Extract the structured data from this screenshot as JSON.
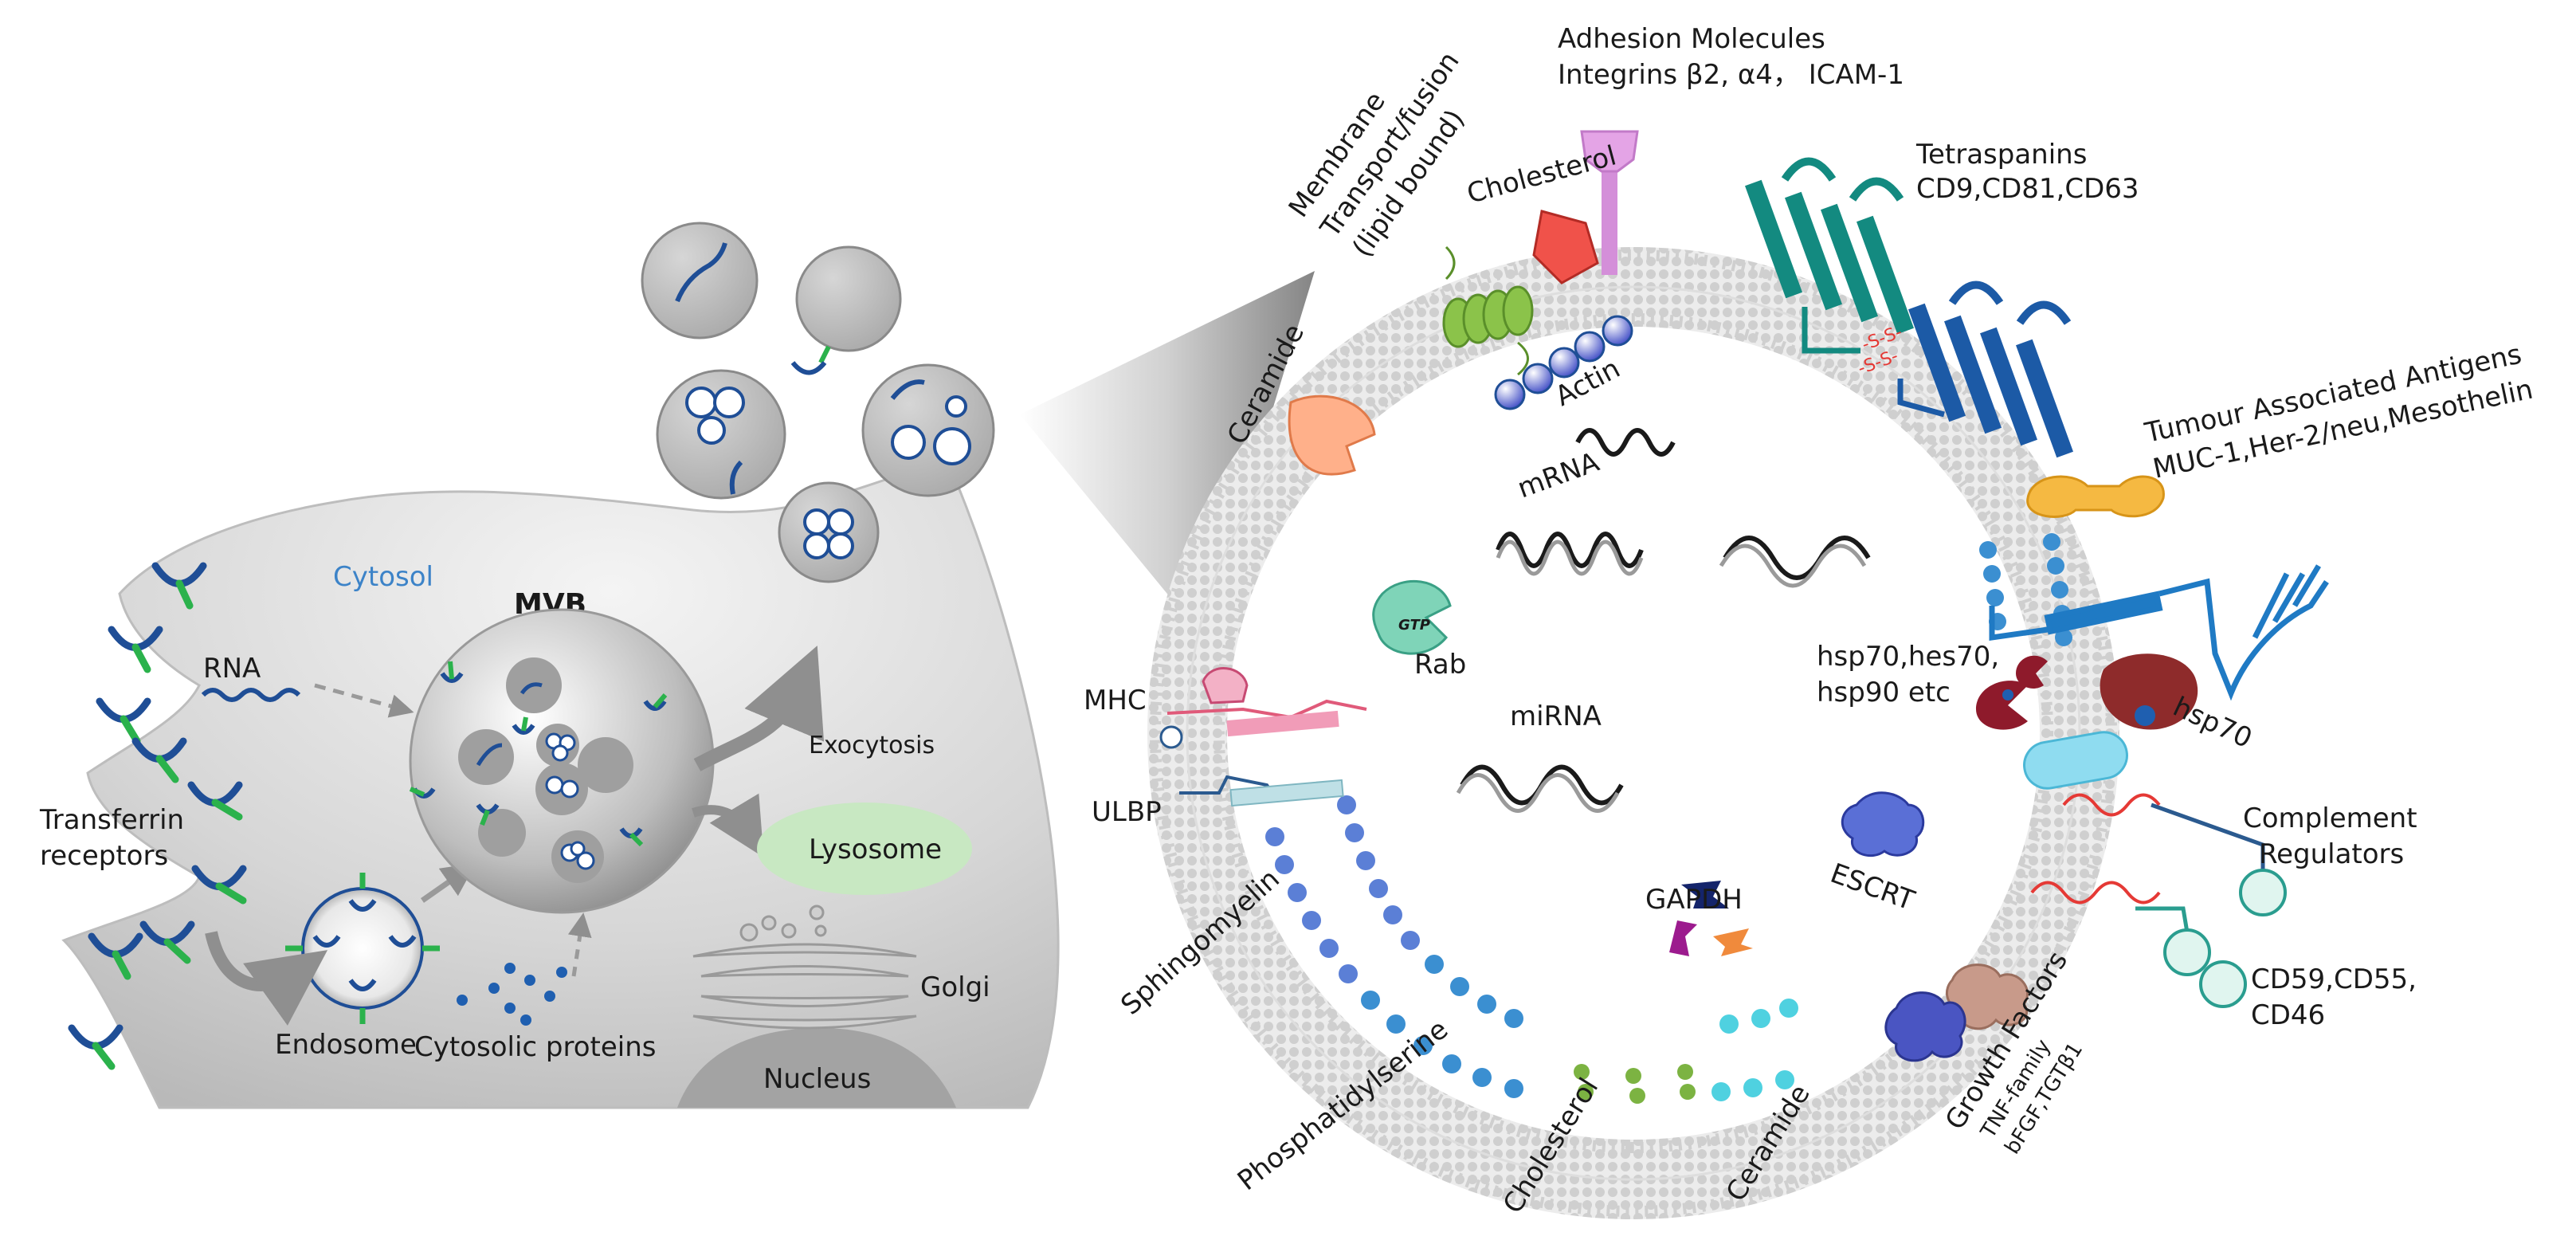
{
  "cell": {
    "cytosol": "Cytosol",
    "mvb": "MVB",
    "rna": "RNA",
    "transferrin_line1": "Transferrin",
    "transferrin_line2": "receptors",
    "exocytosis": "Exocytosis",
    "lysosome": "Lysosome",
    "endosome": "Endosome",
    "cytosolic_proteins": "Cytosolic proteins",
    "golgi": "Golgi",
    "nucleus": "Nucleus"
  },
  "exosome": {
    "adhesion_line1": "Adhesion Molecules",
    "adhesion_line2": "Integrins β2, α4， ICAM-1",
    "tetraspanins_line1": "Tetraspanins",
    "tetraspanins_line2": "CD9,CD81,CD63",
    "tumour_line1": "Tumour Associated Antigens",
    "tumour_line2": "MUC-1,Her-2/neu,Mesothelin",
    "membrane_line1": "Membrane",
    "membrane_line2": "Transport/fusion",
    "membrane_line3": "(lipid bound)",
    "cholesterol_top": "Cholesterol",
    "ceramide_left": "Ceramide",
    "actin": "Actin",
    "mrna": "mRNA",
    "gtp": "GTP",
    "rab": "Rab",
    "mhc": "MHC",
    "ulbp": "ULBP",
    "mirna": "miRNA",
    "hsp_line1": "hsp70,hes70,",
    "hsp_line2": "hsp90 etc",
    "hsp70": "hsp70",
    "escrt": "ESCRT",
    "gapdh": "GAPDH",
    "complement_line1": "Complement",
    "complement_line2": "Regulators",
    "cd_line1": "CD59,CD55,",
    "cd_line2": "CD46",
    "sphingomyelin": "Sphingomyelin",
    "phosphatidylserine": "Phosphatidylserine",
    "cholesterol_bottom": "Cholesterol",
    "ceramide_bottom": "Ceramide",
    "growth_line1": "Growth Factors",
    "growth_line2": "TNF-family",
    "growth_line3": "bFGF,TGTβ1",
    "disulfide": "-S-S-"
  },
  "colors": {
    "membrane": "#c8c8c8",
    "receptor_blue": "#1f4e96",
    "receptor_green": "#2bb24c",
    "tetraspanin_teal": "#138a80",
    "tetraspanin_blue": "#1c5aa6",
    "cell_gray": "#d9d9d9"
  }
}
